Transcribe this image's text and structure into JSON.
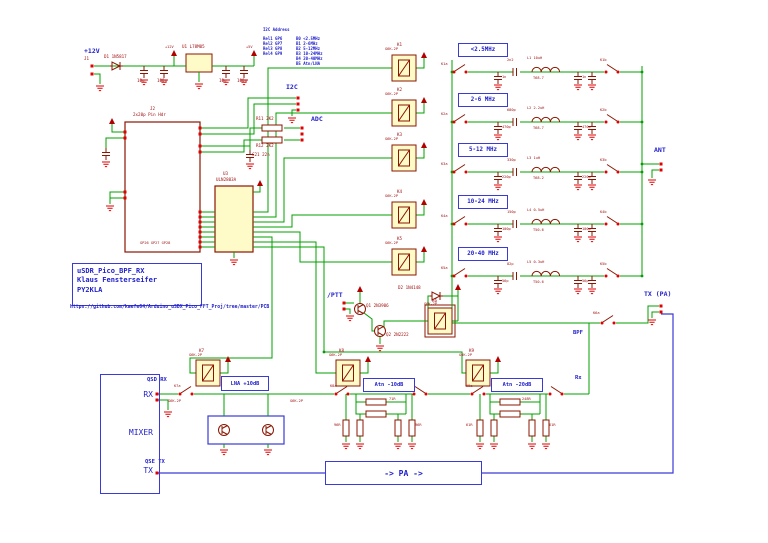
{
  "palette": {
    "wire_green": "#00a000",
    "component_maroon": "#8b1500",
    "pin_red": "#e00000",
    "label_blue": "#2121cc",
    "box_fill_yellow": "#fffbc8",
    "bg": "#ffffff"
  },
  "title_block": {
    "line1": "uSDR_Pico_BPF_RX",
    "line2": "Klaus Fensterseifer",
    "line3": "PY2KLA"
  },
  "repo_url": "https://github.com/kaefe64/Arduino_uSDX_Pico_FFT_Proj/tree/master/PCB",
  "nets": {
    "v12": "+12V",
    "v5": "+5V",
    "i2c": "I2C",
    "adc": "ADC",
    "ptt": "/PTT",
    "qsd_rx": "QSD RX",
    "qse_tx": "QSE TX",
    "ant": "ANT",
    "tx_pa": "TX (PA)",
    "bpf": "BPF",
    "rx": "Rx"
  },
  "notes": {
    "header": "I2C Address",
    "left": [
      "Rel1 GP6",
      "Rel2 GP7",
      "Rel3 GP8",
      "Rel4 GP9"
    ],
    "right": [
      "B0 <2.5MHz",
      "B1 2-6MHz",
      "B2 5-12MHz",
      "B3 10-24MHz",
      "B4 20-40MHz",
      "B5 Atn/LNA"
    ]
  },
  "power": {
    "j1": "J1",
    "d1": "D1 1N5817",
    "u1": "U1 L78M05",
    "c10": "10u",
    "c11": "100n",
    "c12": "10u",
    "c13": "100n",
    "v12_arrow": "+12V",
    "v5_arrow": "+5V"
  },
  "pico": {
    "ref": "J2",
    "value": "2x20p Pin Hdr",
    "bottom": "GP26 GP27 GP28"
  },
  "uln": {
    "ref": "U3",
    "value": "ULN2803A"
  },
  "adc_parts": {
    "r11": "R11 2K2",
    "r12": "R12 2K2",
    "c21": "C21 22n"
  },
  "relay_value": "G6K-2P",
  "coils": [
    {
      "ref": "K1"
    },
    {
      "ref": "K2"
    },
    {
      "ref": "K3"
    },
    {
      "ref": "K4"
    },
    {
      "ref": "K5"
    }
  ],
  "k6": {
    "ref": "K6",
    "contact": "K6a"
  },
  "k7": {
    "ref": "K7",
    "contact": "K7a"
  },
  "k8": {
    "ref": "K8",
    "contact": "K8a"
  },
  "k9": {
    "ref": "K9",
    "contact": "K9a"
  },
  "ptt_parts": {
    "q1": "Q1 2N3906",
    "q2": "Q2 2N2222",
    "d2": "D2 1N4148"
  },
  "bands": [
    {
      "label": "<2.5MHz",
      "kl": "K1a",
      "kr": "K1b",
      "c1": "1n",
      "cs": "2n2",
      "ind": "L1 10uH",
      "core": "T68-7",
      "c2": "1n"
    },
    {
      "label": "2-6 MHz",
      "kl": "K2a",
      "kr": "K2b",
      "c1": "470p",
      "cs": "680p",
      "ind": "L2 2.2uH",
      "core": "T68-7",
      "c2": "470p"
    },
    {
      "label": "5-12 MHz",
      "kl": "K3a",
      "kr": "K3b",
      "c1": "220p",
      "cs": "330p",
      "ind": "L3 1uH",
      "core": "T68-2",
      "c2": "220p"
    },
    {
      "label": "10-24 MHz",
      "kl": "K4a",
      "kr": "K4b",
      "c1": "100p",
      "cs": "150p",
      "ind": "L4 0.5uH",
      "core": "T50-6",
      "c2": "100p"
    },
    {
      "label": "20-40 MHz",
      "kl": "K5a",
      "kr": "K5b",
      "c1": "56p",
      "cs": "82p",
      "ind": "L5 0.3uH",
      "core": "T50-6",
      "c2": "56p"
    }
  ],
  "lna": {
    "label": "LNA +10dB"
  },
  "atn10": {
    "label": "Atn -10dB",
    "rs": "71R",
    "rsh1": "96R",
    "rsh2": "96R"
  },
  "atn20": {
    "label": "Atn -20dB",
    "rs": "248R",
    "rsh1": "61R",
    "rsh2": "61R"
  },
  "mixer": {
    "rx": "RX",
    "mixer": "MIXER",
    "tx": "TX"
  },
  "pa": {
    "label": "->   PA   ->"
  }
}
